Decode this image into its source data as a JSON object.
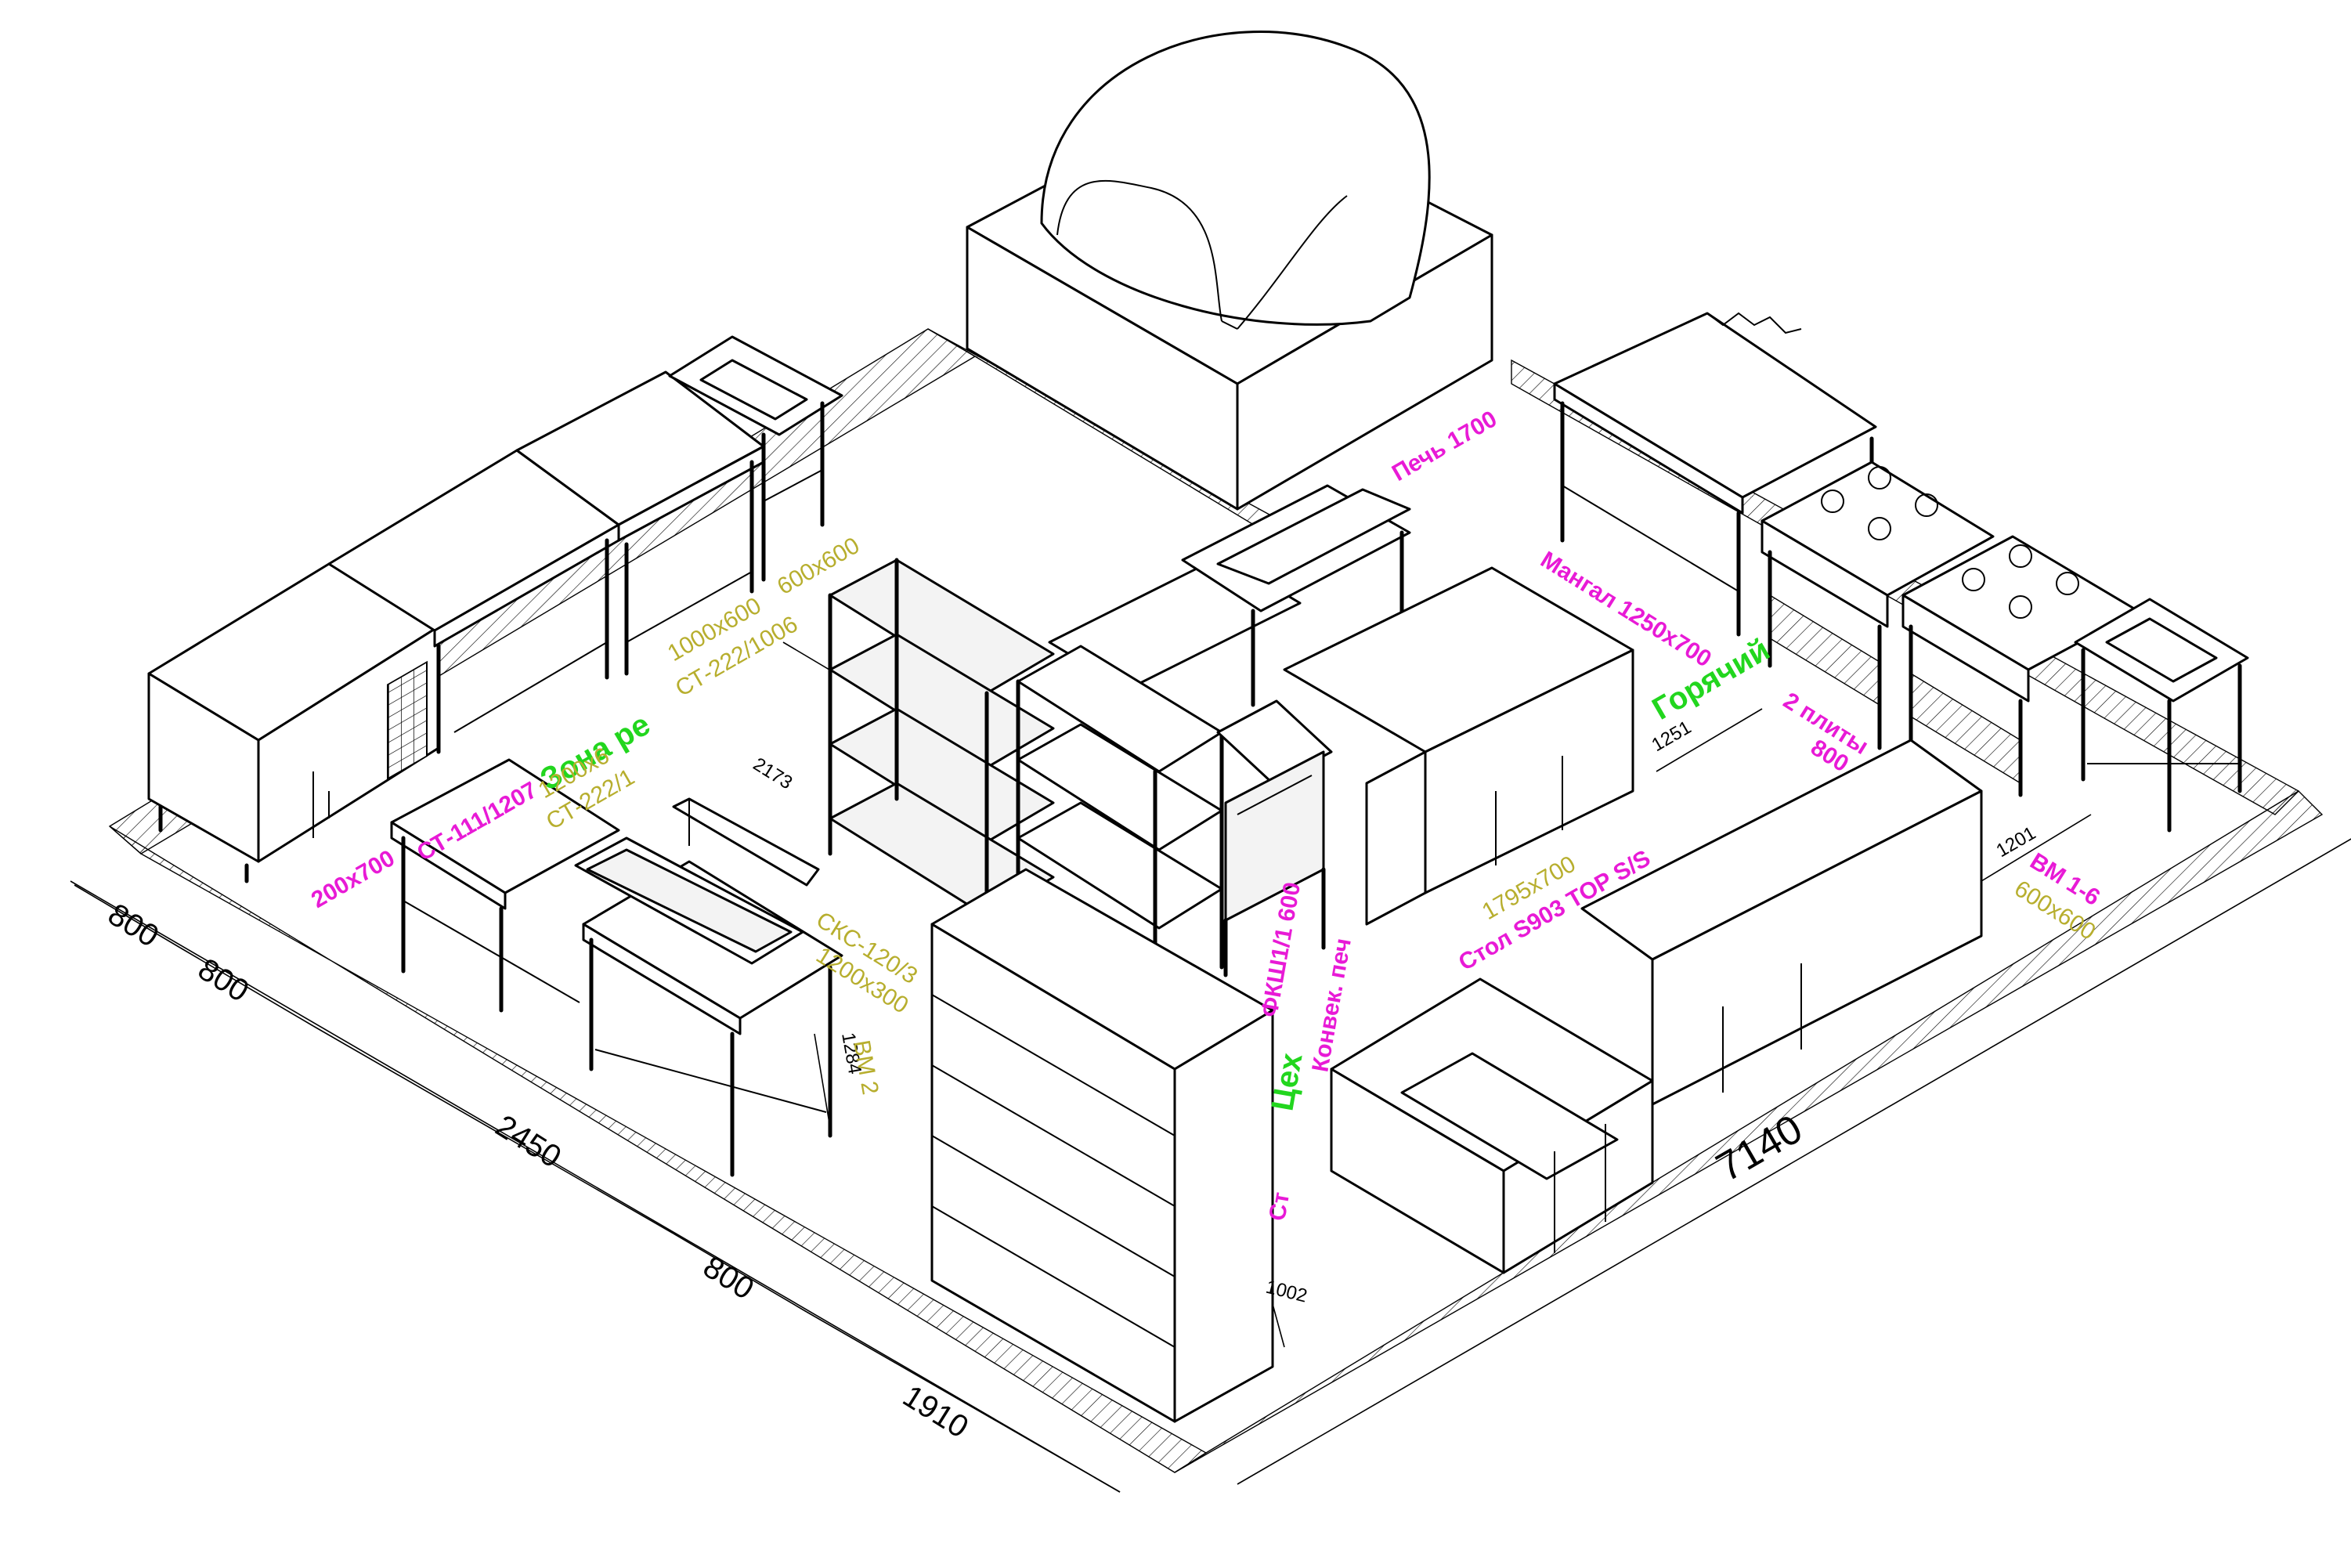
{
  "dimensions": {
    "d800a": "800",
    "d800b": "800",
    "d2450": "2450",
    "d800c": "800",
    "d1910": "1910",
    "d7140": "7140",
    "d2173": "2173",
    "d1284": "1284",
    "d1002": "1002",
    "d1251": "1251",
    "d1201": "1201"
  },
  "labels": {
    "zone_left": "Зона ре",
    "zone_hot": "Горячий",
    "zone_center": "Цех",
    "table_left_code": "СТ-222/1006",
    "table_left_size": "1000х600",
    "table_left_b_code": "СТ-222/1",
    "table_left_b_size": "1200х6",
    "table_left_c_code": "СТ-111/1207",
    "table_left_c_size": "200х700",
    "sink_top_size": "600х600",
    "rack_code": "СКС-120/3",
    "rack_size": "1200х300",
    "vm_left": "ВМ 2",
    "oven_label": "Печь 1700",
    "grill_label": "Мангал 1250х700",
    "stoves_label": "2 плиты",
    "stoves_size": "800",
    "sink_right_code": "ВМ 1-6",
    "sink_right_size": "600х600",
    "table_s903_code": "Стол S903 TOP S/S",
    "table_s903_size": "1795х700",
    "convect_label": "ФКШ1/1 600",
    "convect_sub": "Конвек. печ",
    "cabinet_label": "Ст"
  },
  "colors": {
    "magenta": "#e81ad6",
    "olive": "#b7ae2e",
    "green": "#22d61e",
    "line": "#000000"
  },
  "icons": {
    "dome_oven": "dome-oven-icon",
    "burner": "gas-burner-icon"
  }
}
